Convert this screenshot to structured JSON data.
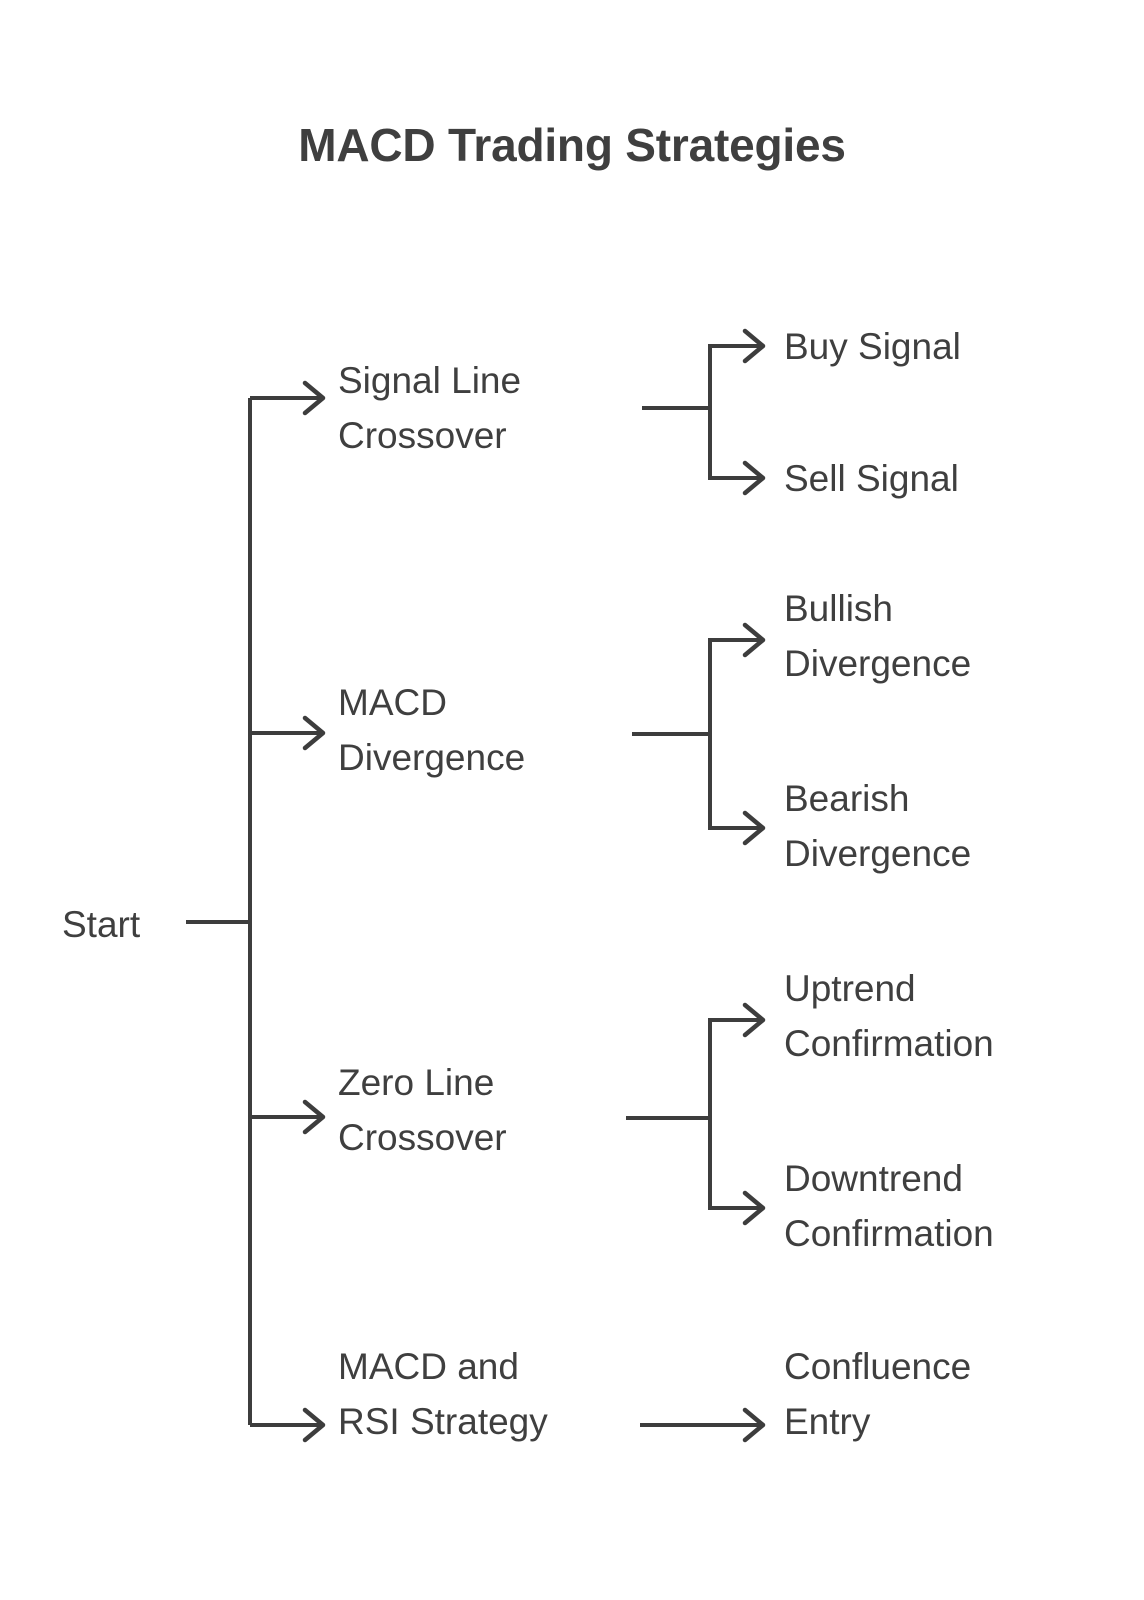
{
  "title": "MACD Trading Strategies",
  "colors": {
    "line": "#3d3d3d",
    "text": "#3f3f3f",
    "title": "#3f3f3f",
    "background": "#ffffff"
  },
  "chart_data": {
    "type": "diagram",
    "diagram_kind": "horizontal-tree-flowchart",
    "title": "MACD Trading Strategies",
    "root": "Start",
    "nodes": [
      {
        "id": "start",
        "label": "Start",
        "level": 0
      },
      {
        "id": "signal-line-crossover",
        "label": "Signal Line\nCrossover",
        "level": 1
      },
      {
        "id": "macd-divergence",
        "label": "MACD\nDivergence",
        "level": 1
      },
      {
        "id": "zero-line-crossover",
        "label": "Zero Line\nCrossover",
        "level": 1
      },
      {
        "id": "macd-and-rsi-strategy",
        "label": "MACD and\nRSI Strategy",
        "level": 1
      },
      {
        "id": "buy-signal",
        "label": "Buy Signal",
        "level": 2
      },
      {
        "id": "sell-signal",
        "label": "Sell Signal",
        "level": 2
      },
      {
        "id": "bullish-divergence",
        "label": "Bullish\nDivergence",
        "level": 2
      },
      {
        "id": "bearish-divergence",
        "label": "Bearish\nDivergence",
        "level": 2
      },
      {
        "id": "uptrend-confirmation",
        "label": "Uptrend\nConfirmation",
        "level": 2
      },
      {
        "id": "downtrend-confirmation",
        "label": "Downtrend\nConfirmation",
        "level": 2
      },
      {
        "id": "confluence-entry",
        "label": "Confluence\nEntry",
        "level": 2
      }
    ],
    "edges": [
      {
        "from": "start",
        "to": "signal-line-crossover"
      },
      {
        "from": "start",
        "to": "macd-divergence"
      },
      {
        "from": "start",
        "to": "zero-line-crossover"
      },
      {
        "from": "start",
        "to": "macd-and-rsi-strategy"
      },
      {
        "from": "signal-line-crossover",
        "to": "buy-signal"
      },
      {
        "from": "signal-line-crossover",
        "to": "sell-signal"
      },
      {
        "from": "macd-divergence",
        "to": "bullish-divergence"
      },
      {
        "from": "macd-divergence",
        "to": "bearish-divergence"
      },
      {
        "from": "zero-line-crossover",
        "to": "uptrend-confirmation"
      },
      {
        "from": "zero-line-crossover",
        "to": "downtrend-confirmation"
      },
      {
        "from": "macd-and-rsi-strategy",
        "to": "confluence-entry"
      }
    ]
  },
  "nodes": {
    "start": "Start",
    "signal_line_crossover": "Signal Line\nCrossover",
    "macd_divergence": "MACD\nDivergence",
    "zero_line_crossover": "Zero Line\nCrossover",
    "macd_and_rsi_strategy": "MACD and\nRSI Strategy",
    "buy_signal": "Buy Signal",
    "sell_signal": "Sell Signal",
    "bullish_divergence": "Bullish\nDivergence",
    "bearish_divergence": "Bearish\nDivergence",
    "uptrend_confirmation": "Uptrend\nConfirmation",
    "downtrend_confirmation": "Downtrend\nConfirmation",
    "confluence_entry": "Confluence\nEntry"
  }
}
